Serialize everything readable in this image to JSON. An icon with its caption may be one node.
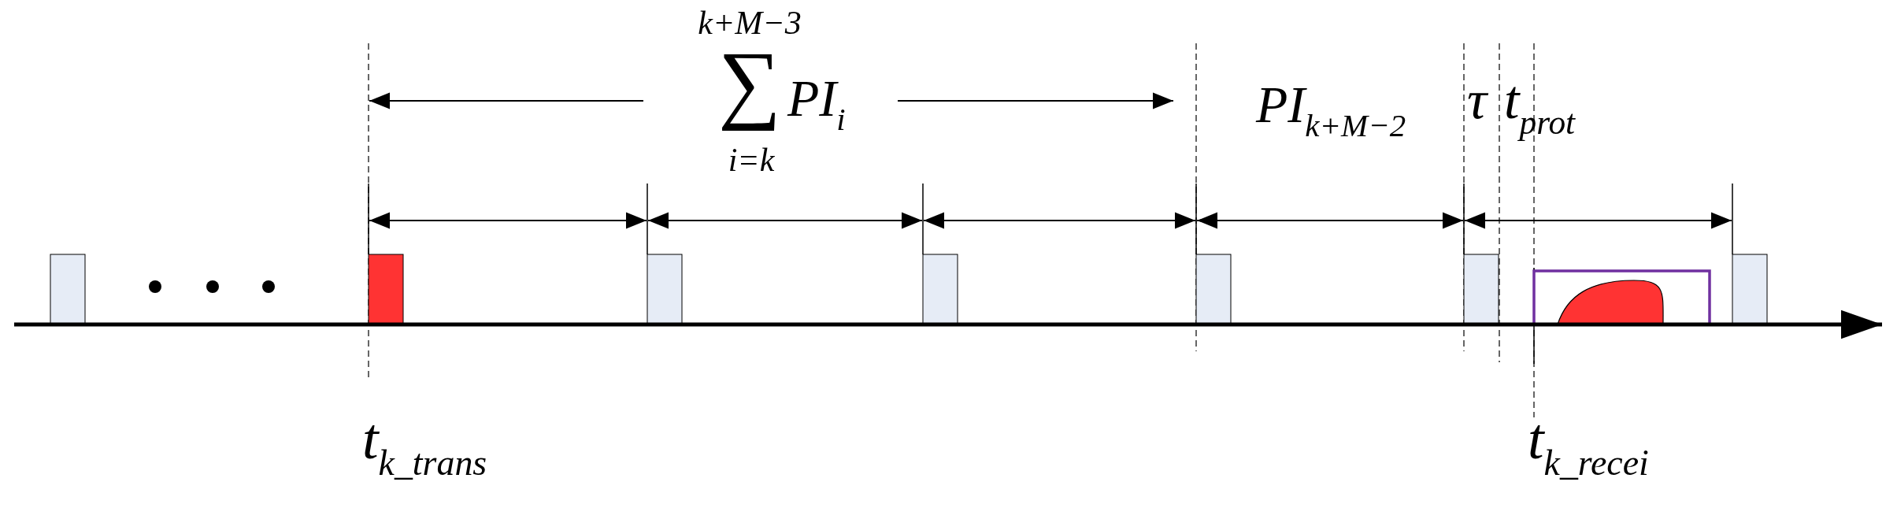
{
  "diagram": {
    "labels": [
      "k+M−3",
      "∑",
      "i=k",
      "PI$_{i}$",
      "PI$_{k+M−2}$",
      "τ",
      "t$_{prot}$",
      "t$_{k_trans}$",
      "t$_{k_recei}$"
    ]
  }
}
